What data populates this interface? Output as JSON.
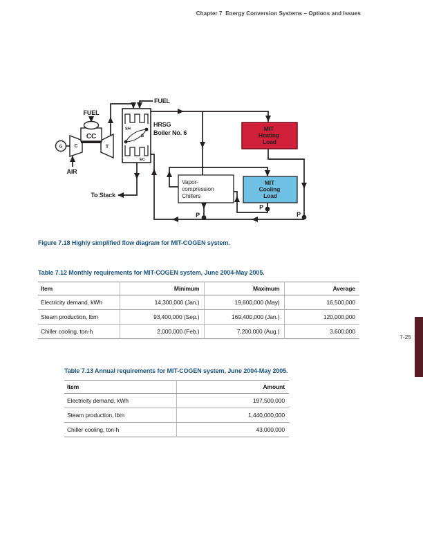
{
  "page": {
    "header": "Chapter 7  Energy Conversion Systems – Options and Issues",
    "page_number": "7-25"
  },
  "figure": {
    "caption": "Figure 7.18 Highly simplified flow diagram for MIT-COGEN system.",
    "labels": {
      "fuel_gt": "FUEL",
      "fuel_hrsg": "FUEL",
      "air": "AIR",
      "to_stack": "To Stack",
      "generator": "G",
      "compressor": "C",
      "combustor": "CC",
      "turbine": "T",
      "hrsg_line1": "HRSG",
      "hrsg_line2": "Boiler No. 6",
      "superheater": "SH",
      "boiler": "B",
      "economizer": "EC",
      "pump": "P",
      "heating_load": [
        "MIT",
        "Heating",
        "Load"
      ],
      "cooling_load": [
        "MIT",
        "Cooling",
        "Load"
      ],
      "chillers": [
        "Vapor-",
        "compression",
        "Chillers"
      ]
    },
    "colors": {
      "line": "#231f20",
      "heating_load_fill": "#d2203b",
      "heating_load_border": "#801425",
      "cooling_load_fill": "#6fc1e4",
      "caption_blue": "#1b5380",
      "edge_tab_maroon": "#571b24"
    }
  },
  "table_712": {
    "caption": "Table 7.12 Monthly requirements for MIT-COGEN system, June 2004-May 2005.",
    "columns": [
      "Item",
      "Minimum",
      "Maximum",
      "Average"
    ],
    "rows": [
      [
        "Electricity demand, kWh",
        "14,300,000 (Jan.)",
        "19,600,000 (May)",
        "16,500,000"
      ],
      [
        "Steam production, lbm",
        "93,400,000 (Sep.)",
        "169,400,000 (Jan.)",
        "120,000,000"
      ],
      [
        "Chiller cooling, ton-h",
        "2,000,000 (Feb.)",
        "7,200,000 (Aug.)",
        "3,600,000"
      ]
    ]
  },
  "table_713": {
    "caption": "Table 7.13 Annual requirements for MIT-COGEN system, June 2004-May 2005.",
    "columns": [
      "Item",
      "Amount"
    ],
    "rows": [
      [
        "Electricity demand, kWh",
        "197,500,000"
      ],
      [
        "Steam production, lbm",
        "1,440,000,000"
      ],
      [
        "Chiller cooling, ton-h",
        "43,000,000"
      ]
    ]
  }
}
